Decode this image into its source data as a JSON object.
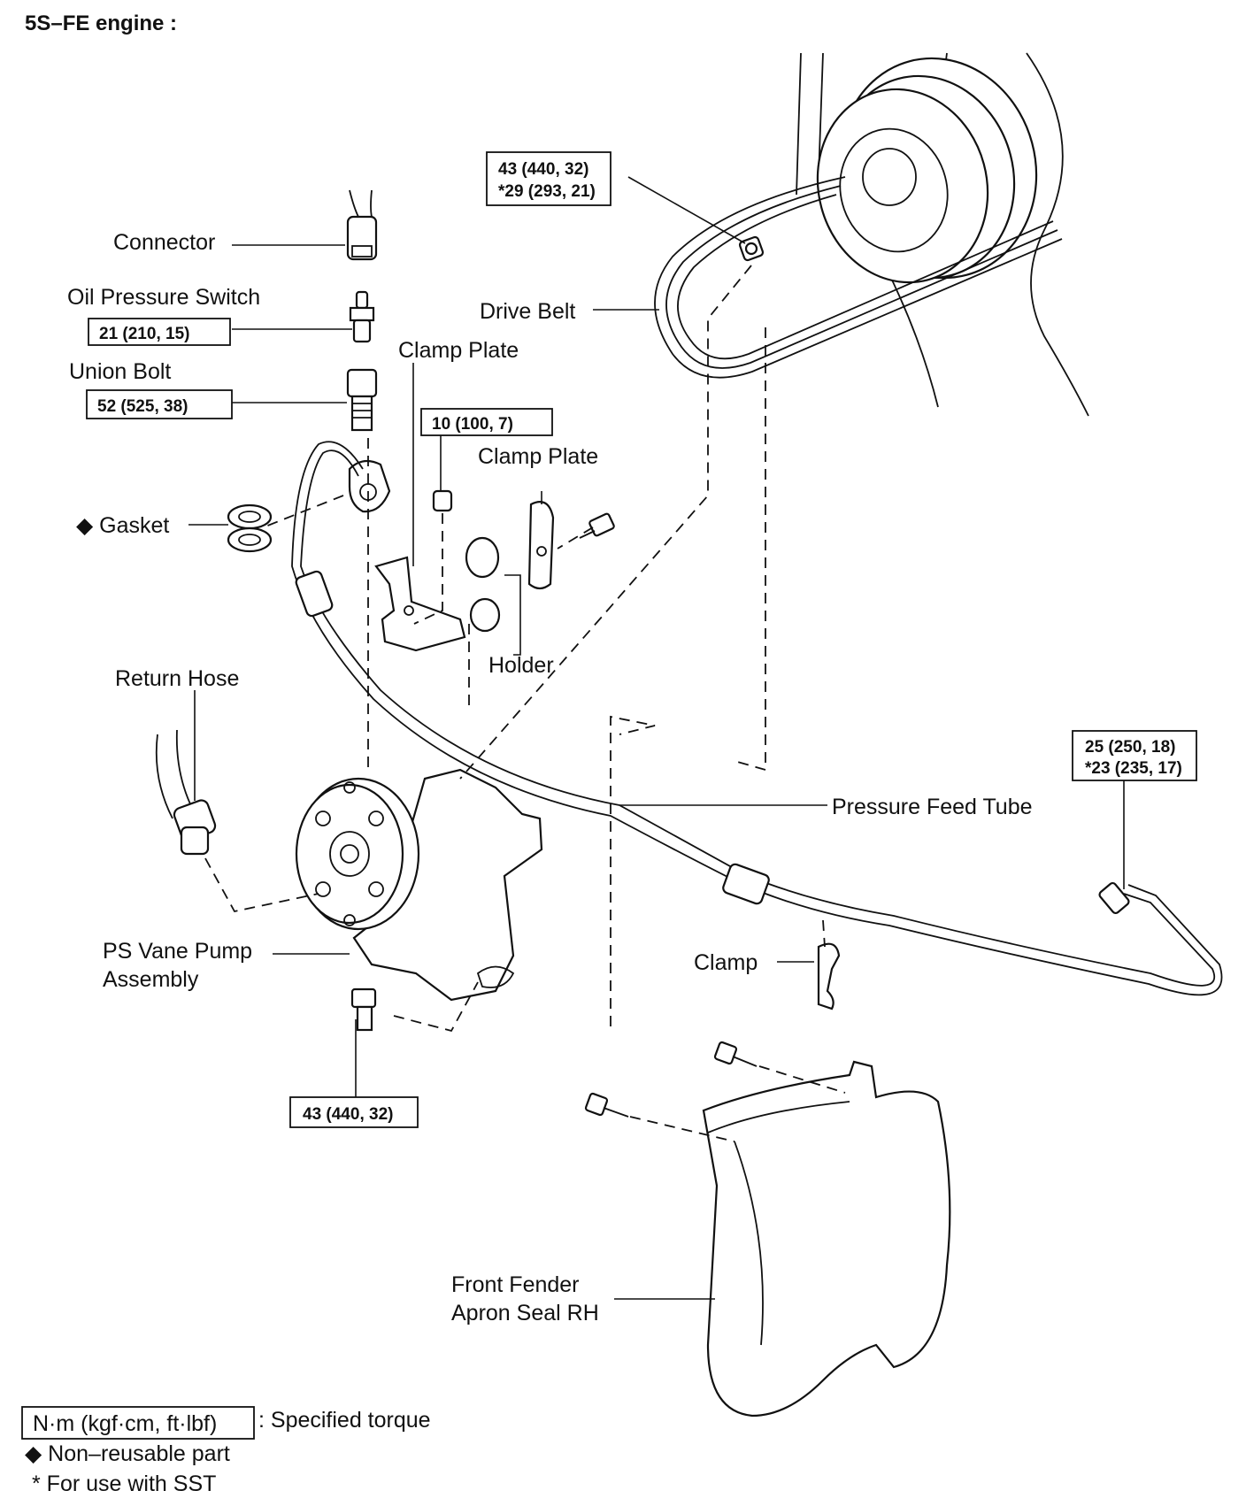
{
  "title": "5S–FE engine :",
  "labels": {
    "connector": "Connector",
    "oil_pressure_switch": "Oil Pressure Switch",
    "union_bolt": "Union Bolt",
    "clamp_plate_1": "Clamp Plate",
    "clamp_plate_2": "Clamp Plate",
    "gasket": "◆ Gasket",
    "drive_belt": "Drive Belt",
    "holder": "Holder",
    "return_hose": "Return Hose",
    "pressure_feed_tube": "Pressure Feed Tube",
    "ps_vane_pump_line1": "PS Vane Pump",
    "ps_vane_pump_line2": "Assembly",
    "clamp": "Clamp",
    "fender_seal_line1": "Front Fender",
    "fender_seal_line2": "Apron Seal RH"
  },
  "torques": {
    "belt_bolt_line1": "43 (440, 32)",
    "belt_bolt_line2": "*29 (293, 21)",
    "oil_switch": "21 (210, 15)",
    "union_bolt": "52 (525, 38)",
    "clamp_nut": "10 (100, 7)",
    "tube_nut_line1": "25 (250, 18)",
    "tube_nut_line2": "*23 (235, 17)",
    "pump_bolt": "43 (440, 32)"
  },
  "legend": {
    "unit_box": "N·m (kgf·cm, ft·lbf)",
    "unit_text": ": Specified torque",
    "non_reusable": "◆ Non–reusable part",
    "sst": "*  For use with SST"
  }
}
